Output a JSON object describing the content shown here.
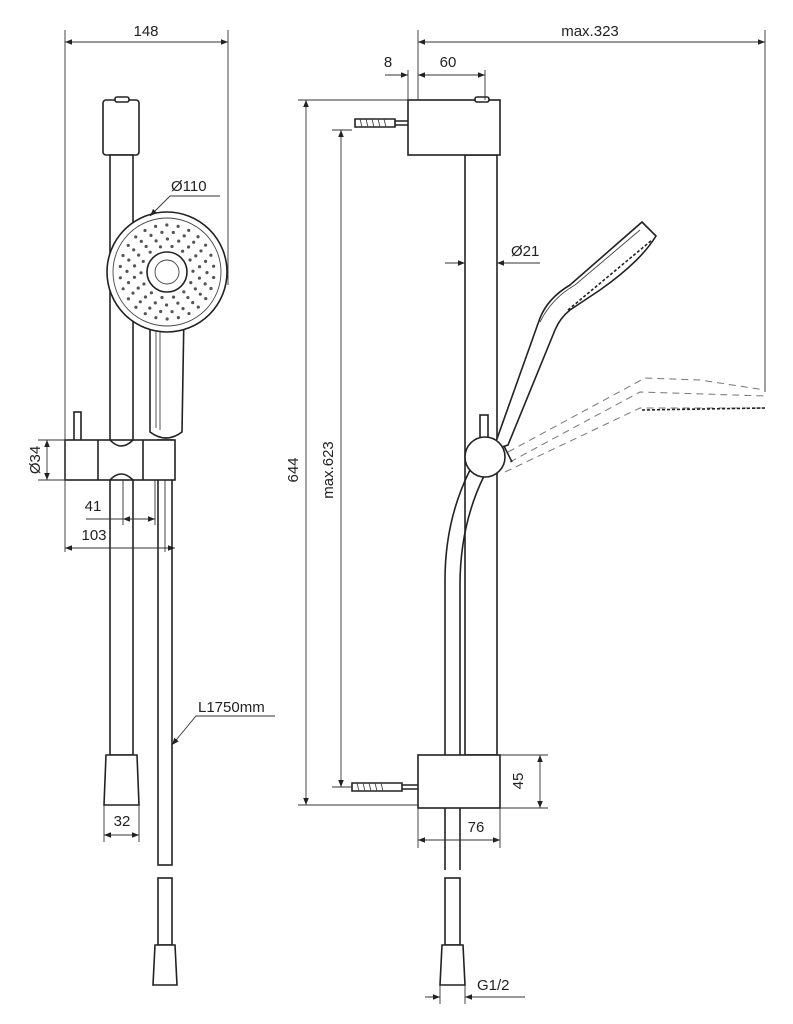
{
  "drawing": {
    "front_view": {
      "width_label": "148",
      "head_diameter_label": "Ø110",
      "slider_diameter_label": "Ø34",
      "slider_offset_label": "41",
      "slider_depth_label": "103",
      "hose_length_label": "L1750mm",
      "rail_diameter_label": "32"
    },
    "side_view": {
      "max_projection_label": "max.323",
      "wall_gap_label": "8",
      "bracket_depth_label": "60",
      "rail_diameter_label": "Ø21",
      "overall_height_label": "644",
      "fixing_distance_label": "max.623",
      "bracket_height_label": "45",
      "bottom_bracket_depth_label": "76",
      "connection_thread_label": "G1/2"
    }
  }
}
